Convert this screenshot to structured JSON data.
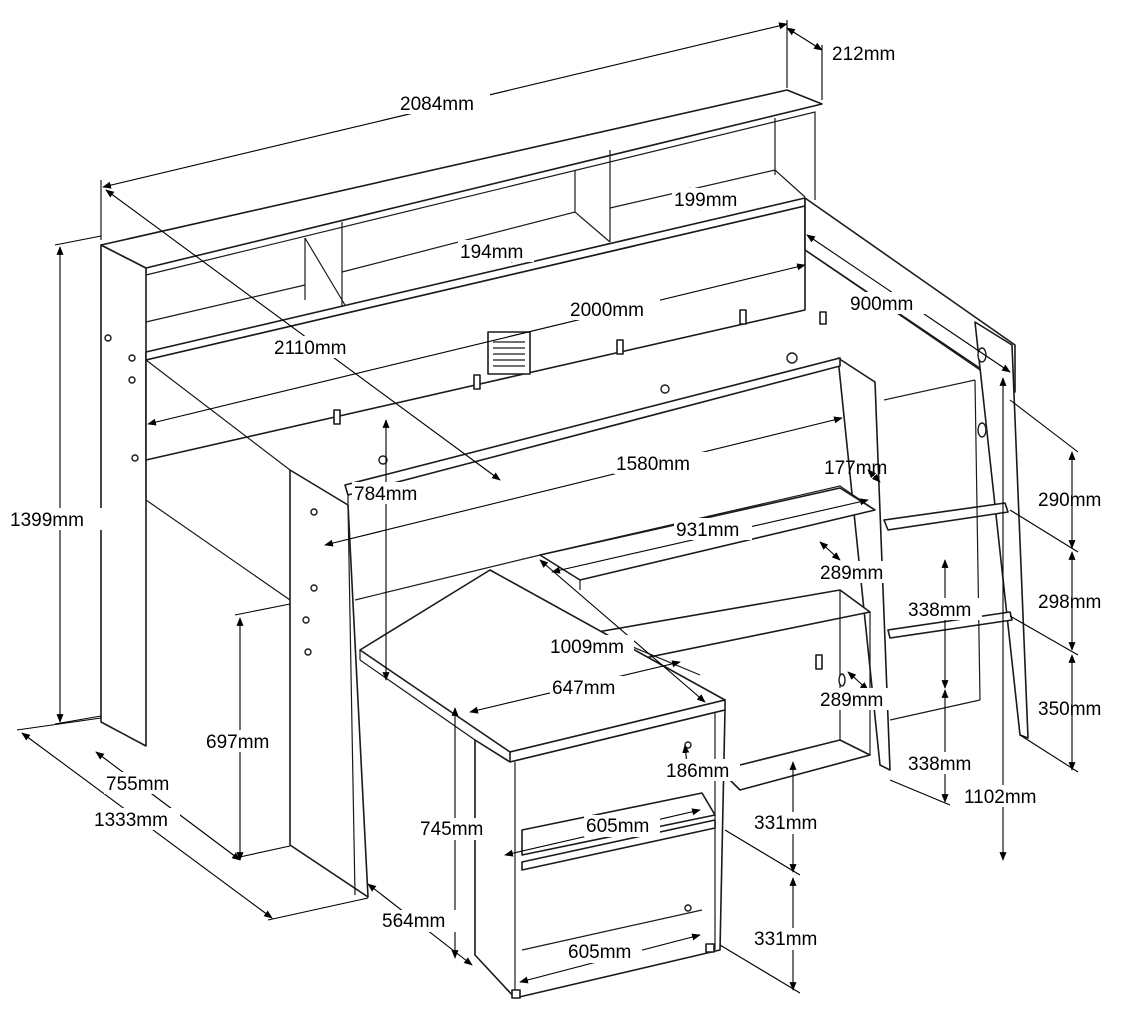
{
  "colors": {
    "ink": "#1a1a1a",
    "background": "#ffffff",
    "dimension": "#000000"
  },
  "dimensions": {
    "top_width": "2084mm",
    "top_depth": "212mm",
    "shelf_depth_right": "199mm",
    "shelf_depth_middle": "194mm",
    "bed_length": "2000mm",
    "diagonal": "2110mm",
    "bed_width": "900mm",
    "total_height": "1399mm",
    "under_clearance": "784mm",
    "desk_length": "1580mm",
    "ladder_step_depth": "177mm",
    "desk_shelf_length": "931mm",
    "step_1": "290mm",
    "step_2": "298mm",
    "step_3": "350mm",
    "compartment_upper": "289mm",
    "compartment_lower": "289mm",
    "cabinet_upper_height": "338mm",
    "cabinet_lower_height": "338mm",
    "ladder_height": "1102mm",
    "desk_extension": "1009mm",
    "desk_depth": "647mm",
    "desk_height": "697mm",
    "depth_inner": "755mm",
    "depth_total": "1333mm",
    "drawer_offset": "186mm",
    "cabinet_height": "745mm",
    "cabinet_shelf_upper": "605mm",
    "cabinet_shelf_lower": "605mm",
    "cabinet_section_upper": "331mm",
    "cabinet_section_lower": "331mm",
    "cabinet_width": "564mm"
  }
}
